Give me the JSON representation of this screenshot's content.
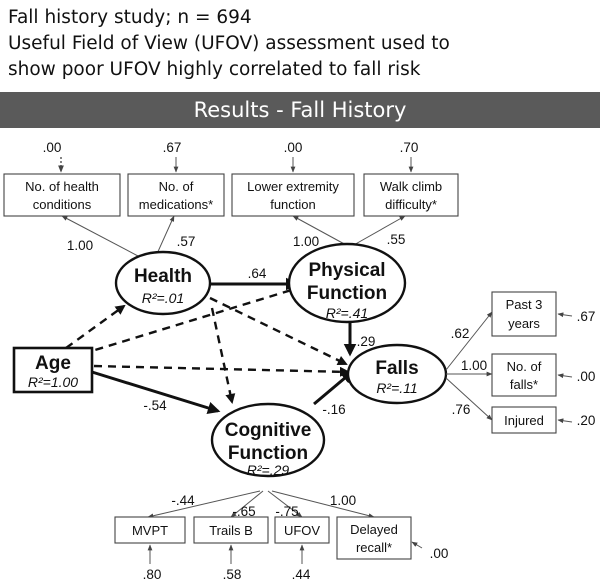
{
  "header": {
    "line1": "Fall history study; n = 694",
    "line2": "Useful Field of View (UFOV) assessment used to",
    "line3": "show poor UFOV highly correlated to fall risk"
  },
  "banner": {
    "title": "Results - Fall History"
  },
  "diagram": {
    "constructs": {
      "health": {
        "name": "Health",
        "r2": "R²=.01"
      },
      "physical": {
        "name_line1": "Physical",
        "name_line2": "Function",
        "r2": "R²=.41"
      },
      "falls": {
        "name": "Falls",
        "r2": "R²=.11"
      },
      "age": {
        "name": "Age",
        "r2": "R²=1.00"
      },
      "cognitive": {
        "name_line1": "Cognitive",
        "name_line2": "Function",
        "r2": "R²=.29"
      }
    },
    "indicators": {
      "health_cond": {
        "line1": "No. of health",
        "line2": "conditions",
        "error": ".00",
        "loading": "1.00"
      },
      "medications": {
        "line1": "No. of",
        "line2": "medications*",
        "error": ".67",
        "loading": ".57"
      },
      "lower_ext": {
        "line1": "Lower extremity",
        "line2": "function",
        "error": ".00",
        "loading": "1.00"
      },
      "walk_climb": {
        "line1": "Walk climb",
        "line2": "difficulty*",
        "error": ".70",
        "loading": ".55"
      },
      "past3": {
        "line1": "Past 3",
        "line2": "years",
        "error": ".67",
        "loading": ".62"
      },
      "nfalls": {
        "line1": "No. of",
        "line2": "falls*",
        "error": ".00",
        "loading": "1.00"
      },
      "injured": {
        "line1": "Injured",
        "error": ".20",
        "loading": ".76"
      },
      "mvpt": {
        "line1": "MVPT",
        "error": ".80",
        "loading": "-.44"
      },
      "trailsb": {
        "line1": "Trails B",
        "error": ".58",
        "loading": "-.65"
      },
      "ufov": {
        "line1": "UFOV",
        "error": ".44",
        "loading": "-.75"
      },
      "delayed": {
        "line1": "Delayed",
        "line2": "recall*",
        "error": ".00",
        "loading": "1.00"
      }
    },
    "paths": {
      "health_physical": ".64",
      "physical_falls": ".29",
      "age_cognitive": "-.54",
      "cognitive_falls": "-.16"
    }
  }
}
